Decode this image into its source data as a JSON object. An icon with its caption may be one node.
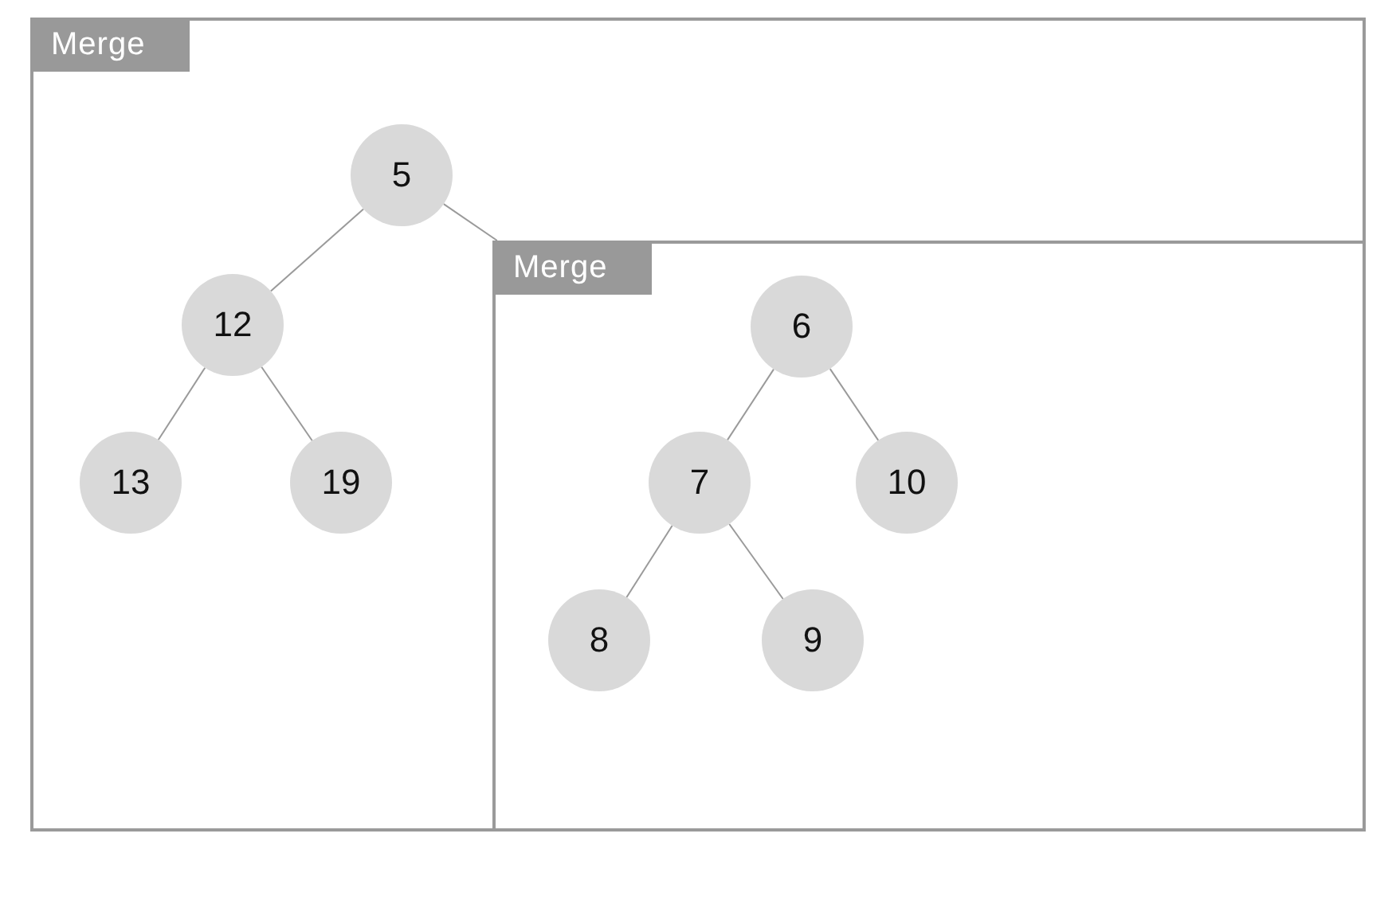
{
  "diagram": {
    "nodes": [
      {
        "text": [
          "Merge"
        ]
      },
      {
        "text": [
          "5"
        ],
        "in": 0
      },
      {
        "text": [
          "12"
        ],
        "in": 0
      },
      {
        "text": [
          "13"
        ],
        "in": 0
      },
      {
        "text": [
          "19"
        ],
        "in": 0
      },
      {
        "text": [
          "Merge"
        ],
        "in": 0
      },
      {
        "text": [
          "6"
        ],
        "in": 5
      },
      {
        "text": [
          "7"
        ],
        "in": 5
      },
      {
        "text": [
          "10"
        ],
        "in": 5
      },
      {
        "text": [
          "8"
        ],
        "in": 5
      },
      {
        "text": [
          "9"
        ],
        "in": 5
      }
    ],
    "edges": [
      {
        "from": 1,
        "to": 2,
        "arrow": "none"
      },
      {
        "from": 1,
        "to": 5,
        "arrow": "none"
      },
      {
        "from": 2,
        "to": 3,
        "arrow": "none"
      },
      {
        "from": 2,
        "to": 4,
        "arrow": "none"
      },
      {
        "from": 6,
        "to": 7,
        "arrow": "none"
      },
      {
        "from": 6,
        "to": 8,
        "arrow": "none"
      },
      {
        "from": 7,
        "to": 9,
        "arrow": "none"
      },
      {
        "from": 7,
        "to": 10,
        "arrow": "none"
      }
    ]
  }
}
